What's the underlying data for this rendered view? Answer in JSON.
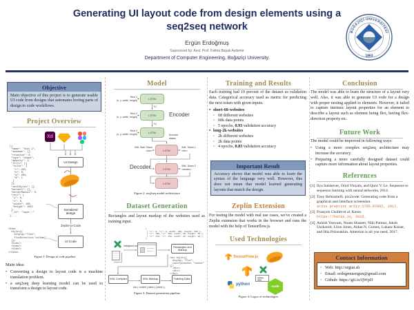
{
  "header": {
    "title_l1": "Generating UI layout code from design elements using a",
    "title_l2": "seq2seq network",
    "author": "Ergün Erdoğmuş",
    "supervised_by": "Supervised by: Asst. Prof. Fatma Başak Aydemir",
    "department": "Department of Computer Engineering, Boğaziçi University.",
    "logo_text": "BOĞAZİÇİ ÜNİVERSİTESİ",
    "logo_year": "1863"
  },
  "colors": {
    "navy": "#212c5e",
    "box_header_blue": "#8199ba",
    "box_body_blue": "#ccd6e3",
    "heading_olive": "#9b8b50",
    "heading_green": "#5f9a52",
    "heading_orange": "#c07c3a",
    "contact_orange": "#d0803c",
    "link_orange": "#d2691e"
  },
  "objective": {
    "title": "Objective",
    "body": "Main objective of this project is to generate usable UI code from designs that automates boring parts of design to code workflows."
  },
  "project_overview": {
    "title": "Project Overview",
    "figure": {
      "json_code": "[{\n \"name\": \"Oval 2\",\n \"shadows\": [],\n \"rotation\": 0,\n \"type\": \"shape\",\n \"opacity\": 1,\n \"fills\": [{\n  \"color\": {\n   \"r\": 255,\n   \"b\": 0,\n   \"g\": 204,\n   \"a\": 1\n  }\n }],\n \"textStyles\": [],\n \"borders\": [],\n \"borderRadius\": 0,\n \"rect\": {\n  \"y\": 0,\n  \"x\": 0,\n  \"width\": 150,\n  \"height\": 1024\n },\n \"_id\": \"layer-*\"\n}, ...",
      "jsx_code": "<View\n  style={{\n    display:\"flex\",\n    flexDirection:\"column\"\n  }}>\n  <View/>\n  <View/>\n  <View/>\n</View>",
      "xd_label": "Xd",
      "node_ui_design": "UI Design",
      "node_serialized": "Serialized\ndesign",
      "node_ui_code": "UI Code",
      "arrow_label": "Zeplin-to-Code",
      "caption": "Figure 1: Design to code pipeline"
    },
    "main_idea_label": "Main idea:",
    "bullets": [
      "Converting a design to layout code is a machine translation problem.",
      "a seq2seq deep learning model can be used to transform a design to layout code."
    ]
  },
  "model": {
    "title": "Model",
    "lstm": "LSTM",
    "encoder_label": "Encoder",
    "decoder_label": "Decoder",
    "encoder_states": "Encoder\nstates",
    "inputs": [
      "Rect 1\n(x, y, width, height)",
      "Rect 2\n(x, y, width, height)",
      "Rect 3\n(x, y, width, height)"
    ],
    "hidden": [
      "h1",
      "h2"
    ],
    "decoder_input": "XML Start Token\n<doc>",
    "decoder_outputs": [
      "XML Token 1\n<div>",
      "XML Token 2\n<render>"
    ],
    "caption": "Figure 2: seq2seq model architecture"
  },
  "dataset_generation": {
    "title": "Dataset Generation",
    "paragraph": "Rectangles and layout markup of the websites used as training input.",
    "figure": {
      "rects_code": "[\n { \"x\": 0, \"y\": 0, width: 200, height: 500 },\n { \"x\": 100, \"y\": 100, width: 50, height: 50 },\n { \"x\": 170, \"y\": 150, width: 20, height: 20 },\n]",
      "site_label": "instagram.com",
      "node_rects_markup": "Rectangles and\nMarkup",
      "markup_code": "<div style={{\n  display: \"flex\",\n  justifyContent: \"center\"\n}}>\n  <div/>\n  <div/>\n</div>",
      "node_compiler": "XML Compiler",
      "node_markup": "XML Markup",
      "node_training": "Training Data",
      "grammar": "doc { content { stack } { stack } }",
      "caption": "Figure 3: Dataset generation pipeline"
    }
  },
  "training": {
    "title": "Training and Results",
    "paragraph": "Each training had 10 percent of the dataset as validation data. Categorical accuracy used as metric for predicting the next token with given inputs.",
    "groups": [
      {
        "heading": "short-68-websites",
        "items": [
          "68 different websites",
          "68k data points"
        ],
        "acc_pre": "5 epochs, ",
        "acc_value": "0.93",
        "acc_post": " validation accuracy"
      },
      {
        "heading": "long-2k-websites",
        "items": [
          "2k different websites",
          "2k data points"
        ],
        "acc_pre": "4 epochs, ",
        "acc_value": "0.83",
        "acc_post": " validation accuracy"
      }
    ]
  },
  "important_result": {
    "title": "Important Result",
    "body": "Accuracy shows that model was able to learn the syntax of the language very well. However, this does not mean that model learned generating layouts that match the design."
  },
  "zeplin_extension": {
    "title": "Zeplin Extension",
    "body": "For testing the model with real use cases, we've created a Zeplin extension that works in the browser and runs the model with the help of Tensorflow.js."
  },
  "used_technologies": {
    "title": "Used Technologies",
    "logos": {
      "tensorflowjs": "TensorFlow.js",
      "zeplin": "Zeplin",
      "tensorflow": "TensorFlow",
      "puppeteer": "Puppeteer",
      "python": "python",
      "node": "node"
    },
    "caption": "Figure 4: Logos of technologies"
  },
  "conclusion": {
    "title": "Conclusion",
    "body": "The model was able to learn the structure of a layout very well. Also, it was able to generate UI code for a design with proper nesting applied to elements. However, it failed to capture intrinsic layout properties for an element to describe a layout such as element being flex, having flex-direction property etc."
  },
  "future_work": {
    "title": "Future Work",
    "intro": "The model could be improved in following ways:",
    "bullets": [
      "Using a more complex seq2seq architecture may increase the accuracy.",
      "Preparing a more carefully designed dataset could capture more information about layout properties."
    ]
  },
  "references": {
    "title": "References",
    "items": [
      {
        "label": "[1]",
        "text": "Ilya Sutskever, Oriol Vinyals, and Quoc V. Le. Sequence to sequence learning with neural networks, 2014.",
        "link": ""
      },
      {
        "label": "[2]",
        "text": "Tony Beltramelli. pix2code: Generating code from a graphical user interface screenshot.",
        "link": "arXiv preprint arXiv:1705.07962, 2017."
      },
      {
        "label": "[3]",
        "text": "François Chollet et al. Keras.",
        "link": "https://keras.io, 2015."
      },
      {
        "label": "[4]",
        "text": "Ashish Vaswani, Noam Shazeer, Niki Parmar, Jakob Uszkoreit, Llion Jones, Aidan N. Gomez, Lukasz Kaiser, and Illia Polosukhin. Attention is all you need, 2017.",
        "link": ""
      }
    ]
  },
  "contact": {
    "title": "Contact Information",
    "items": [
      "Web: http://ergun.sh",
      "Email: erdogmusergun@gmail.com",
      "Github: https://git.io/fjWpD"
    ]
  }
}
